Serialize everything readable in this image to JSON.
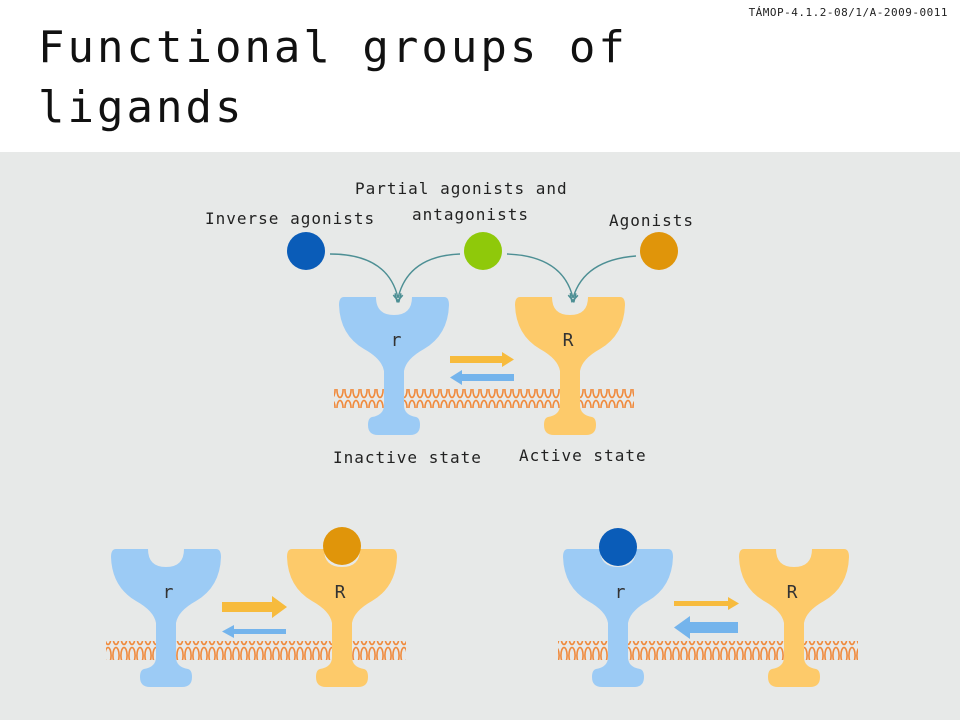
{
  "header": {
    "project_code": "TÁMOP-4.1.2-08/1/A-2009-0011",
    "title_line1": "Functional groups of",
    "title_line2": "ligands"
  },
  "labels": {
    "partial_line1": "Partial agonists and",
    "partial_line2": "antagonists",
    "inverse": "Inverse agonists",
    "agonists": "Agonists",
    "inactive": "Inactive state",
    "active": "Active state",
    "inactive_letter": "r",
    "active_letter": "R"
  },
  "colors": {
    "inverse_agonist": "#0a5cb8",
    "partial_agonist": "#8fc90a",
    "agonist": "#e0950a",
    "inactive_receptor": "#9ccbf5",
    "active_receptor": "#fdca6a",
    "membrane": "#f08a3c",
    "arrow_forward": "#f7bb3d",
    "arrow_back": "#74b4ec",
    "curve": "#4d8f94",
    "background": "#e7e9e8"
  }
}
